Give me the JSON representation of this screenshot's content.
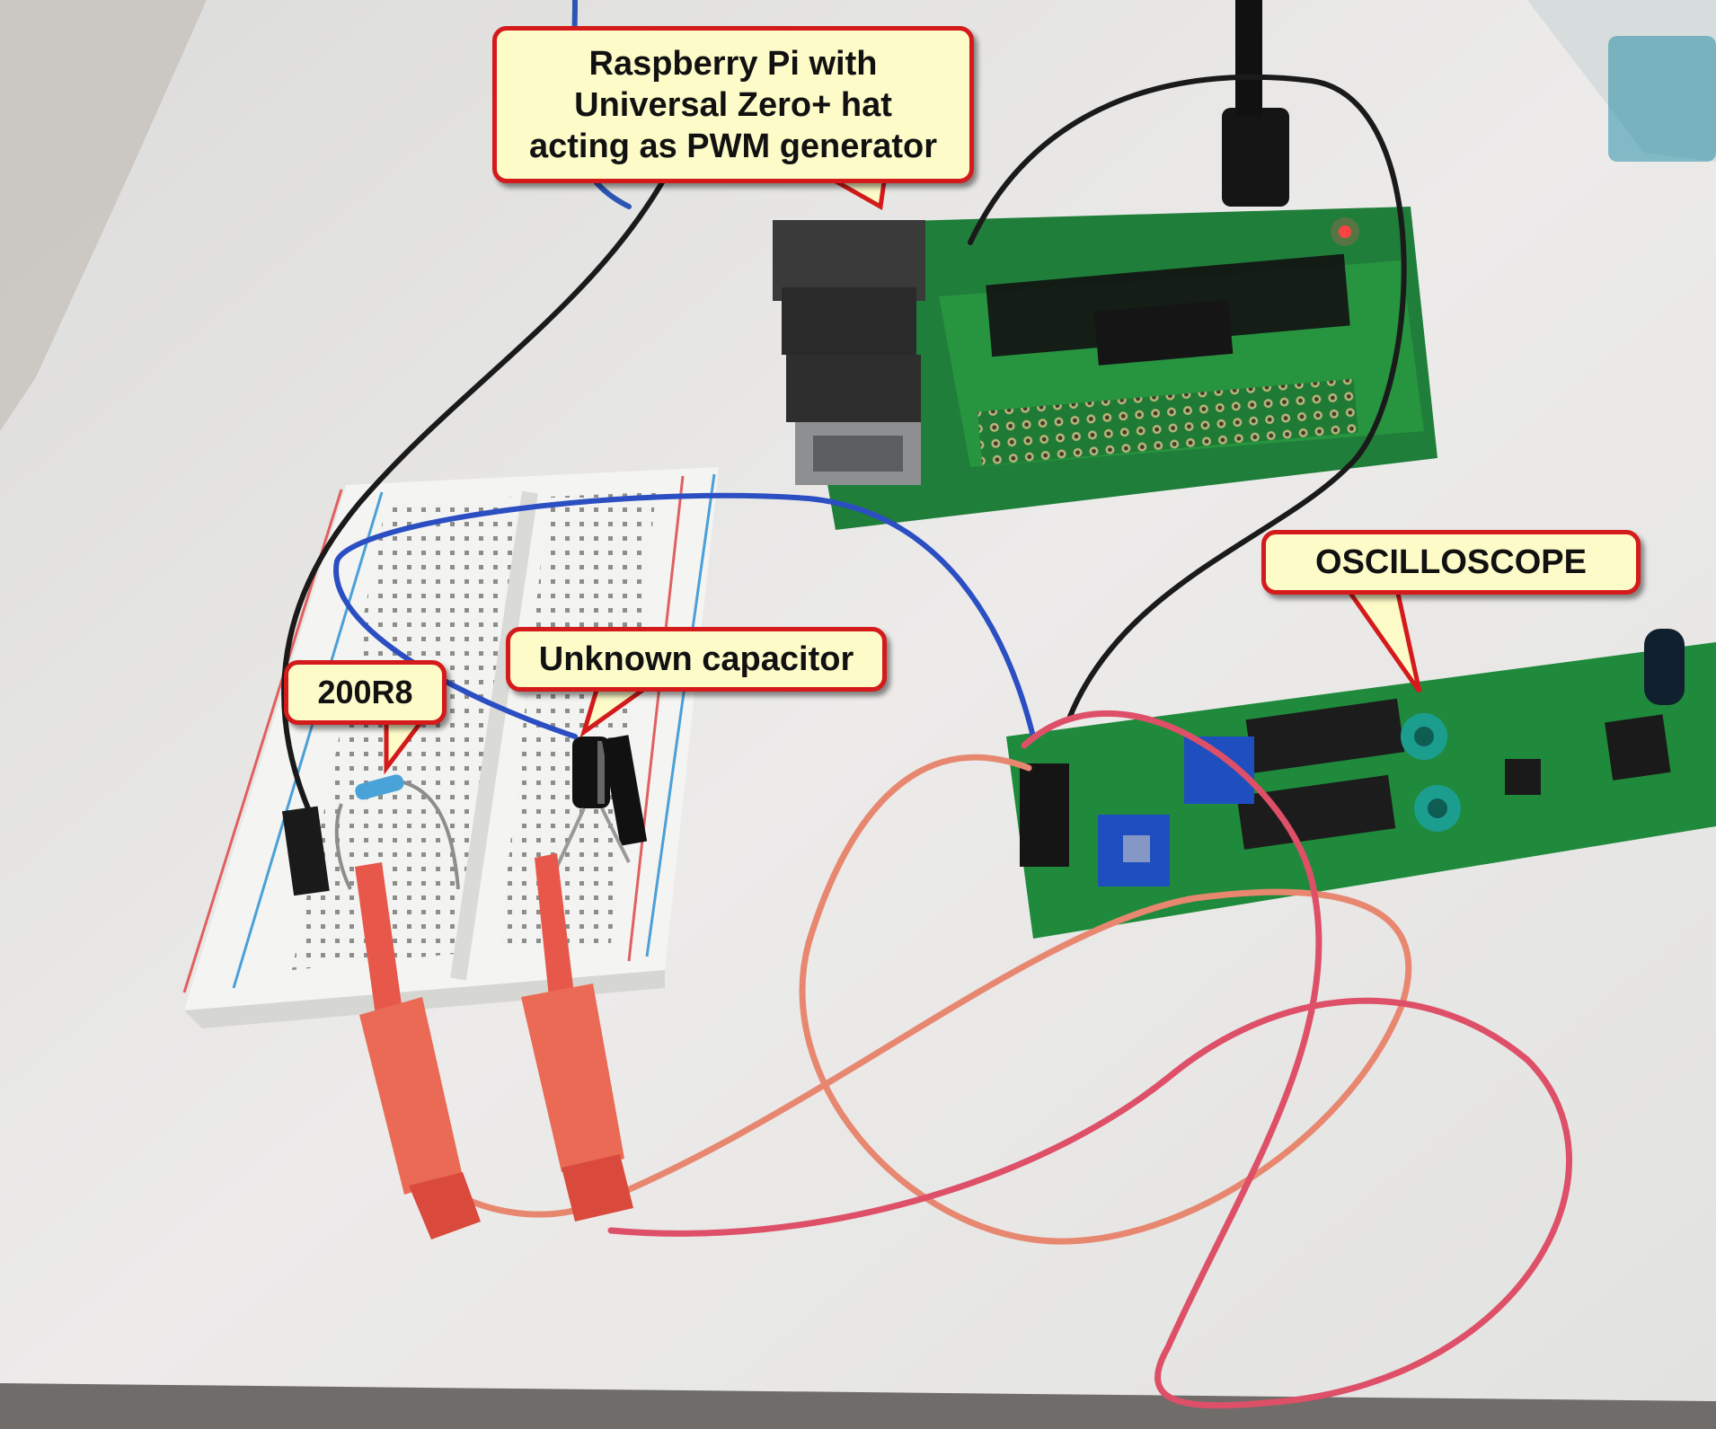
{
  "photo": {
    "subject": "breadboard-circuit-with-raspberry-pi-and-oscilloscope"
  },
  "callouts": {
    "rpi": {
      "lines": [
        "Raspberry Pi with",
        "Universal Zero+ hat",
        "acting as PWM generator"
      ]
    },
    "oscilloscope": {
      "label": "OSCILLOSCOPE"
    },
    "capacitor": {
      "label": "Unknown capacitor"
    },
    "resistor": {
      "label": "200R8"
    }
  },
  "colors": {
    "callout_border": "#d41a1a",
    "callout_fill": "#fdfbc8",
    "pcb_green": "#1e8a3c",
    "table_white": "#e9e9e7",
    "probe_red": "#e8584a"
  }
}
